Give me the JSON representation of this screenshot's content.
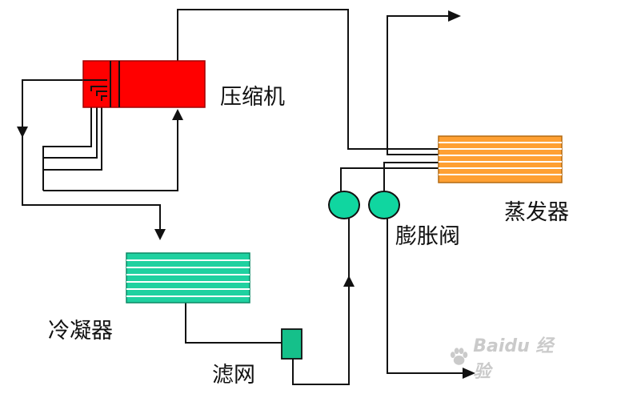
{
  "labels": {
    "compressor": "压缩机",
    "evaporator": "蒸发器",
    "expansion_valve": "膨胀阀",
    "condenser": "冷凝器",
    "filter": "滤网"
  },
  "watermark": {
    "text": "Baidu 经验"
  },
  "colors": {
    "compressor": "#ff0000",
    "condenser": "#1fd1a0",
    "evaporator": "#ffa033",
    "filter": "#15c08a",
    "valve": "#10d6a0",
    "pipe": "#111111"
  },
  "icons": {
    "arrow": "arrow-head-icon",
    "watermark": "paw-logo-icon"
  }
}
